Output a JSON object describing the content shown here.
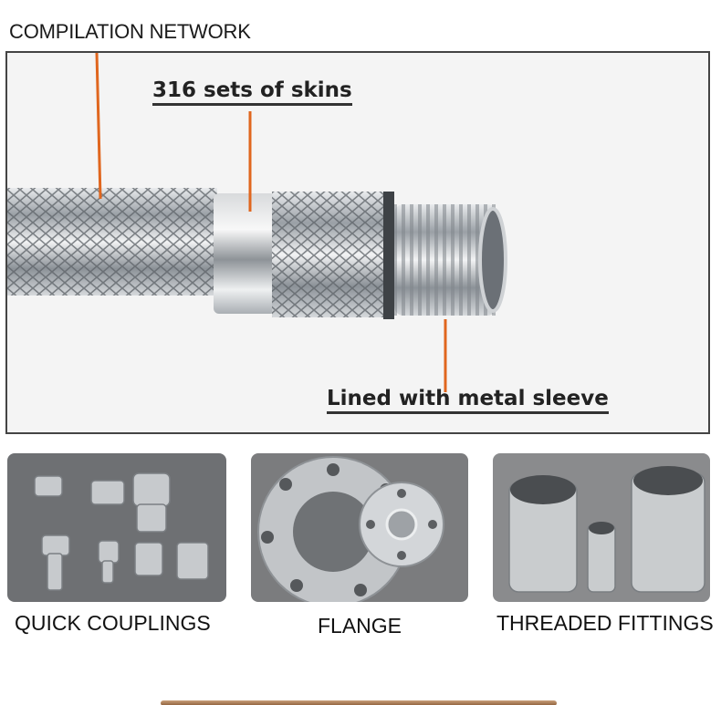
{
  "labels": {
    "compilation_network": "COMPILATION NETWORK",
    "skins": "316 sets of skins",
    "lined": "Lined with metal sleeve"
  },
  "products": [
    {
      "caption": "QUICK COUPLINGS"
    },
    {
      "caption": "FLANGE"
    },
    {
      "caption": "THREADED FITTINGS"
    }
  ],
  "colors": {
    "leader_line": "#e0661e",
    "frame_border": "#444444",
    "steel": "#b8bcc0"
  }
}
